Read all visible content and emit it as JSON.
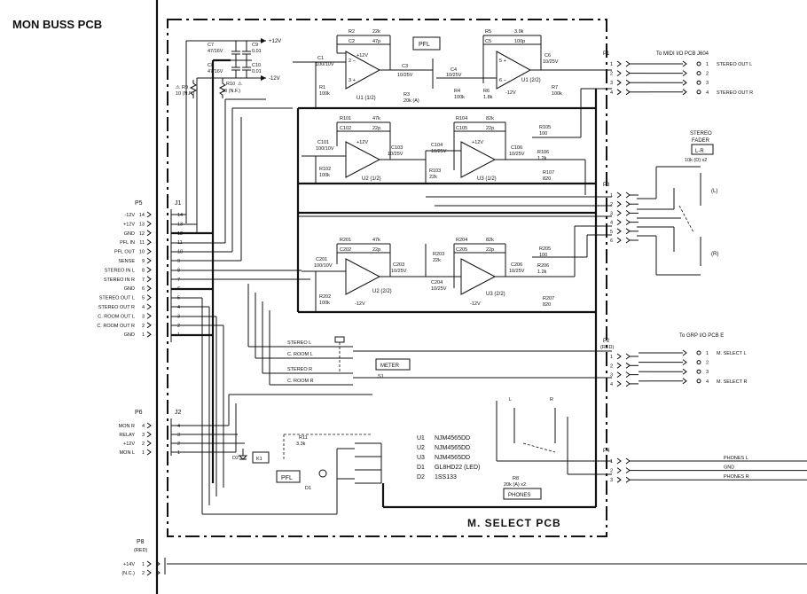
{
  "header": {
    "title": "MON BUSS PCB"
  },
  "footer": {
    "pcb_name": "M. SELECT PCB"
  },
  "rails": {
    "p12": "+12V",
    "m12": "-12V"
  },
  "connectors": {
    "p5": {
      "name": "P5",
      "pins": [
        {
          "label": "-12V",
          "num": "14"
        },
        {
          "label": "+12V",
          "num": "13"
        },
        {
          "label": "GND",
          "num": "12"
        },
        {
          "label": "PFL IN",
          "num": "11"
        },
        {
          "label": "PFL OUT",
          "num": "10"
        },
        {
          "label": "SENSE",
          "num": "9"
        },
        {
          "label": "STEREO IN L",
          "num": "8"
        },
        {
          "label": "STEREO IN R",
          "num": "7"
        },
        {
          "label": "GND",
          "num": "6"
        },
        {
          "label": "STEREO OUT L",
          "num": "5"
        },
        {
          "label": "STEREO OUT R",
          "num": "4"
        },
        {
          "label": "C. ROOM OUT L",
          "num": "3"
        },
        {
          "label": "C. ROOM OUT R",
          "num": "2"
        },
        {
          "label": "GND",
          "num": "1"
        }
      ]
    },
    "j1": {
      "name": "J1",
      "pins": [
        "14",
        "13",
        "12",
        "11",
        "10",
        "9",
        "8",
        "7",
        "6",
        "5",
        "4",
        "3",
        "2",
        "1"
      ]
    },
    "p6": {
      "name": "P6",
      "pins": [
        {
          "label": "MON R",
          "num": "4"
        },
        {
          "label": "RELAY",
          "num": "3"
        },
        {
          "label": "+12V",
          "num": "2"
        },
        {
          "label": "MON L",
          "num": "1"
        }
      ]
    },
    "j2": {
      "name": "J2",
      "pins": [
        "4",
        "3",
        "2",
        "1"
      ]
    },
    "p8": {
      "name": "P8",
      "sub": "(RED)",
      "pins": [
        {
          "label": "+14V",
          "num": "1"
        },
        {
          "label": "(N.C.)",
          "num": "2"
        }
      ]
    },
    "p1": {
      "name": "P1",
      "pins": [
        "1",
        "2",
        "3",
        "4"
      ]
    },
    "p3": {
      "name": "P3",
      "pins": [
        "1",
        "2",
        "3",
        "4",
        "5",
        "6"
      ]
    },
    "p2": {
      "name": "P2",
      "sub": "(RED)",
      "pins": [
        "1",
        "2",
        "3",
        "4"
      ]
    },
    "p4": {
      "name": "P4",
      "pins": [
        "1",
        "2",
        "3"
      ]
    }
  },
  "outputs": {
    "midi": {
      "title": "To MIDI I/O PCB  J604",
      "pins": [
        {
          "num": "1",
          "label": "STEREO OUT L"
        },
        {
          "num": "2",
          "label": ""
        },
        {
          "num": "3",
          "label": ""
        },
        {
          "num": "4",
          "label": "STEREO OUT R"
        }
      ]
    },
    "grp": {
      "title": "To GRP I/O PCB  E",
      "pins": [
        {
          "num": "1",
          "label": "M. SELECT L"
        },
        {
          "num": "2",
          "label": ""
        },
        {
          "num": "3",
          "label": ""
        },
        {
          "num": "4",
          "label": "M. SELECT R"
        }
      ]
    },
    "phones": {
      "pins": [
        {
          "label": "PHONES L"
        },
        {
          "label": "GND"
        },
        {
          "label": "PHONES R"
        }
      ]
    }
  },
  "fader": {
    "title1": "STEREO",
    "title2": "FADER",
    "box": "L-R",
    "value": "10k (D) x2",
    "left": "(L)",
    "right": "(R)"
  },
  "phones_vol": {
    "ref": "R8",
    "value": "20k (A) x2",
    "label": "PHONES",
    "l": "L",
    "r": "R"
  },
  "labels": {
    "pfl": "PFL",
    "meter": "METER",
    "s1": "S1",
    "stereo_l": "STEREO L",
    "croom_l": "C. ROOM L",
    "stereo_r": "STEREO R",
    "croom_r": "C. ROOM R",
    "k1": "K1",
    "d1": "D1",
    "d2": "D2",
    "r11": "R11",
    "r11v": "3.3k",
    "pfl2": "PFL"
  },
  "parts": {
    "c7": "C7",
    "c7v": "47/16V",
    "c9": "C9",
    "c9v": "0.01",
    "c8": "C8",
    "c8v": "47/16V",
    "c10": "C10",
    "c10v": "0.01",
    "r9": "R9",
    "r9v": "10 (N.F.)",
    "r10": "R10",
    "r10v": "10 (N.F.)",
    "r2": "R2",
    "r2v": "22k",
    "c2": "C2",
    "c2v": "47p",
    "c1": "C1",
    "c1v": "100/10V",
    "r1": "R1",
    "r1v": "100k",
    "u11": "U1 (1/2)",
    "c3": "C3",
    "c3v": "10/25V",
    "r3": "R3",
    "r3v": "20k (A)",
    "c4": "C4",
    "c4v": "10/25V",
    "r4": "R4",
    "r4v": "100k",
    "r5": "R5",
    "r5v": "3.9k",
    "c5": "C5",
    "c5v": "100p",
    "r6": "R6",
    "r6v": "1.8k",
    "u12": "U1 (2/2)",
    "c6": "C6",
    "c6v": "10/25V",
    "r7": "R7",
    "r7v": "100k",
    "r101": "R101",
    "r101v": "47k",
    "c102": "C102",
    "c102v": "22p",
    "c101": "C101",
    "c101v": "100/10V",
    "r102": "R102",
    "r102v": "100k",
    "u21": "U2 (1/2)",
    "c103": "C103",
    "c103v": "10/25V",
    "r103": "R103",
    "r103v": "22k",
    "r104": "R104",
    "r104v": "82k",
    "c105": "C105",
    "c105v": "22p",
    "c104": "C104",
    "c104v": "10/25V",
    "u31": "U3 (1/2)",
    "c106": "C106",
    "c106v": "10/25V",
    "r105": "R105",
    "r105v": "100",
    "r106": "R106",
    "r106v": "1.2k",
    "r107": "R107",
    "r107v": "820",
    "r201": "R201",
    "r201v": "47k",
    "c202": "C202",
    "c202v": "22p",
    "c201": "C201",
    "c201v": "100/10V",
    "r202": "R202",
    "r202v": "100k",
    "u22": "U2 (2/2)",
    "c203": "C203",
    "c203v": "10/25V",
    "r203": "R203",
    "r203v": "22k",
    "r204": "R204",
    "r204v": "82k",
    "c205": "C205",
    "c205v": "22p",
    "c204": "C204",
    "c204v": "10/25V",
    "u32": "U3 (2/2)",
    "c206": "C206",
    "c206v": "10/25V",
    "r205": "R205",
    "r205v": "100",
    "r206": "R206",
    "r206v": "1.2k",
    "r207": "R207",
    "r207v": "820"
  },
  "legend": [
    {
      "ref": "U1",
      "part": "NJM4565DD"
    },
    {
      "ref": "U2",
      "part": "NJM4565DD"
    },
    {
      "ref": "U3",
      "part": "NJM4565DD"
    },
    {
      "ref": "D1",
      "part": "GL8HD22 (LED)"
    },
    {
      "ref": "D2",
      "part": "1SS133"
    }
  ]
}
